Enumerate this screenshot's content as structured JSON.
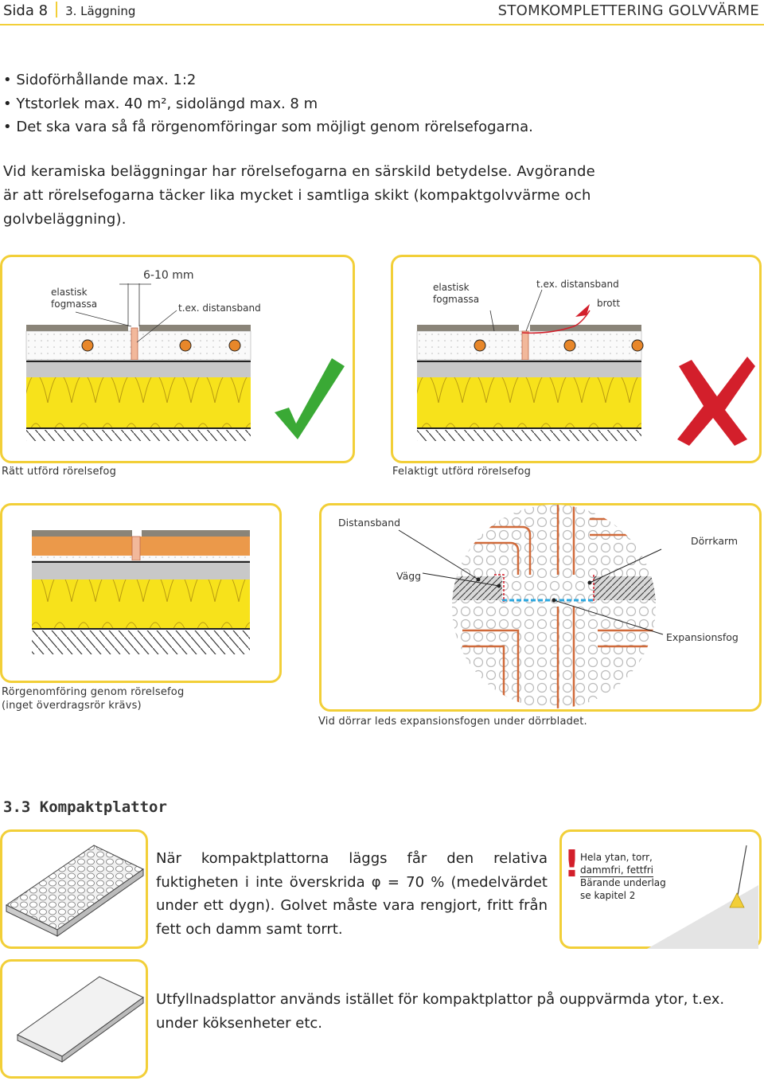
{
  "header": {
    "page": "Sida 8",
    "chapter": "3. Läggning",
    "title": "STOMKOMPLETTERING GOLVVÄRME"
  },
  "bullets": [
    "Sidoförhållande max. 1:2",
    "Ytstorlek max. 40 m², sidolängd max. 8 m",
    "Det ska vara så få rörgenomföringar som möjligt genom rörelsefogarna."
  ],
  "paragraph": "Vid keramiska beläggningar har rörelsefogarna en särskild betydelse. Avgörande är att rörelsefogarna täcker lika mycket i samtliga skikt (kompaktgolvvärme och golvbeläggning).",
  "figure_correct": {
    "label_sealant": "elastisk\nfogmassa",
    "label_gap": "6-10 mm",
    "label_band": "t.ex. distansband",
    "caption": "Rätt utförd rörelsefog",
    "mark": "check-icon"
  },
  "figure_wrong": {
    "label_sealant": "elastisk\nfogmassa",
    "label_band": "t.ex. distansband",
    "label_break": "brott",
    "caption": "Felaktigt utförd rörelsefog",
    "mark": "cross-icon"
  },
  "figure_pipe": {
    "caption": "Rörgenomföring genom rörelsefog\n(inget överdragsrör krävs)"
  },
  "figure_door": {
    "label_band": "Distansband",
    "label_frame": "Dörrkarm",
    "label_wall": "Vägg",
    "label_joint": "Expansionsfog",
    "caption": "Vid dörrar leds expansionsfogen under dörrbladet."
  },
  "section": {
    "heading": "3.3 Kompaktplattor",
    "text1": "När kompaktplattorna läggs får den relativa fuktigheten i inte överskrida φ = 70 % (medelvärdet under ett dygn). Golvet måste vara rengjort, fritt från fett och damm samt torrt.",
    "note_lines": [
      "Hela ytan, torr,",
      "dammfri, fettfri",
      "Bärande underlag",
      "se kapitel 2"
    ],
    "note_mark": "!",
    "text2": "Utfyllnadsplattor används istället för kompaktplattor på ouppvärmda ytor, t.ex. under köksenheter etc."
  },
  "colors": {
    "accent_yellow": "#f2cf38",
    "insulation": "#f7e21b",
    "pipe_orange": "#e8872a",
    "check_green": "#3aa935",
    "cross_red": "#d31f2b"
  }
}
